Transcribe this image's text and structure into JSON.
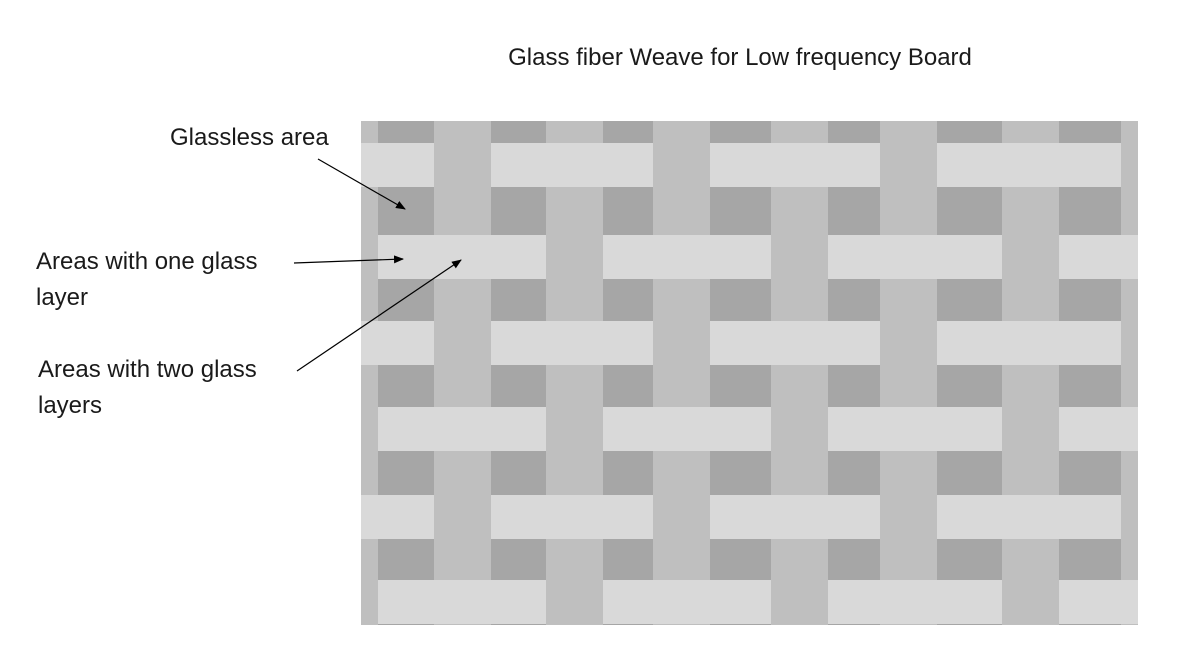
{
  "title": "Glass fiber Weave for Low frequency Board",
  "labels": {
    "glassless": "Glassless area",
    "one_layer": "Areas with one glass layer",
    "two_layers": "Areas with two glass layers"
  },
  "colors": {
    "glassless": "#a6a6a6",
    "weft": "#d9d9d9",
    "warp": "#bfbfbf",
    "text": "#1a1a1a",
    "arrow": "#000000"
  }
}
